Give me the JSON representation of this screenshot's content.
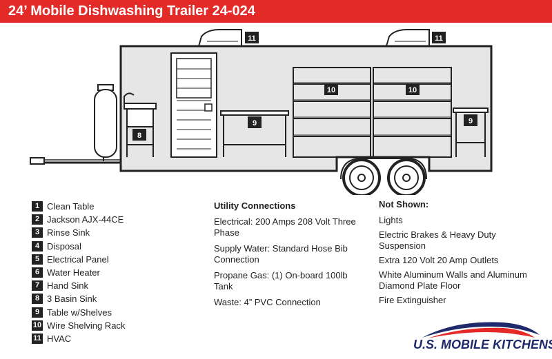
{
  "title": "24’ Mobile Dishwashing Trailer 24-024",
  "diagram": {
    "tags": [
      "11",
      "11",
      "10",
      "10",
      "9",
      "9",
      "8"
    ]
  },
  "legend": [
    {
      "num": "1",
      "label": "Clean Table"
    },
    {
      "num": "2",
      "label": "Jackson AJX-44CE"
    },
    {
      "num": "3",
      "label": "Rinse Sink"
    },
    {
      "num": "4",
      "label": "Disposal"
    },
    {
      "num": "5",
      "label": "Electrical Panel"
    },
    {
      "num": "6",
      "label": "Water Heater"
    },
    {
      "num": "7",
      "label": "Hand Sink"
    },
    {
      "num": "8",
      "label": "3 Basin Sink"
    },
    {
      "num": "9",
      "label": "Table w/Shelves"
    },
    {
      "num": "10",
      "label": "Wire Shelving Rack"
    },
    {
      "num": "11",
      "label": "HVAC"
    }
  ],
  "utility": {
    "heading": "Utility Connections",
    "items": [
      "Electrical: 200 Amps 208 Volt Three Phase",
      "Supply Water: Standard Hose Bib Connection",
      "Propane Gas: (1) On-board 100lb Tank",
      "Waste: 4” PVC Connection"
    ]
  },
  "not_shown": {
    "heading": "Not Shown:",
    "items": [
      "Lights",
      "Electric Brakes & Heavy Duty Suspension",
      "Extra 120 Volt 20 Amp Outlets",
      "White Aluminum Walls and Aluminum Diamond Plate Floor",
      "Fire Extinguisher"
    ]
  },
  "logo": {
    "text": "U.S. MOBILE KITCHENS"
  },
  "colors": {
    "header": "#e32a26",
    "trailer_fill": "#e6e6e6",
    "logo_blue": "#1f2a6b",
    "logo_red": "#e32a26"
  }
}
